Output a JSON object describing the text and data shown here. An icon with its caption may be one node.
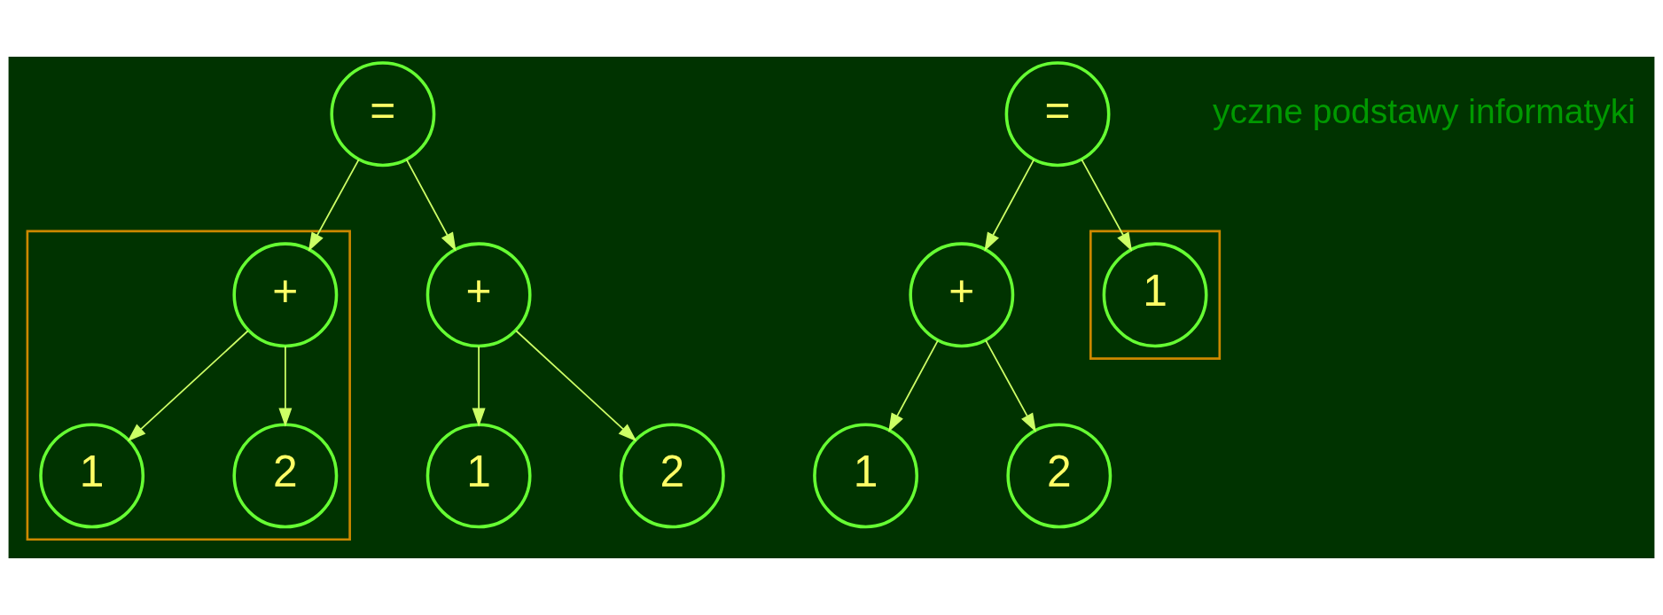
{
  "diagram": {
    "nodes": [
      {
        "text": [
          "="
        ]
      },
      {
        "text": [
          "+"
        ]
      },
      {
        "text": [
          "1"
        ]
      },
      {
        "text": [
          "2"
        ]
      },
      {
        "text": [],
        "shape": "box"
      },
      {
        "text": [
          "+"
        ],
        "in": 4
      },
      {
        "text": [
          "1"
        ],
        "in": 4
      },
      {
        "text": [
          "2"
        ],
        "in": 4
      },
      {
        "text": [
          "="
        ]
      },
      {
        "text": [
          "+"
        ]
      },
      {
        "text": [
          "1"
        ]
      },
      {
        "text": [
          "2"
        ]
      },
      {
        "text": [],
        "shape": "box"
      },
      {
        "text": [
          "1"
        ],
        "in": 12
      }
    ],
    "edges": [
      {
        "from": 0,
        "to": 1,
        "arrow": "to"
      },
      {
        "from": 0,
        "to": 5,
        "arrow": "to"
      },
      {
        "from": 1,
        "to": 2,
        "arrow": "to"
      },
      {
        "from": 1,
        "to": 3,
        "arrow": "to"
      },
      {
        "from": 5,
        "to": 6,
        "arrow": "to"
      },
      {
        "from": 5,
        "to": 7,
        "arrow": "to"
      },
      {
        "from": 8,
        "to": 9,
        "arrow": "to"
      },
      {
        "from": 8,
        "to": 13,
        "arrow": "to"
      },
      {
        "from": 9,
        "to": 10,
        "arrow": "to"
      },
      {
        "from": 9,
        "to": 11,
        "arrow": "to"
      }
    ],
    "labels": [
      "yczne podstawy informatyki"
    ]
  }
}
